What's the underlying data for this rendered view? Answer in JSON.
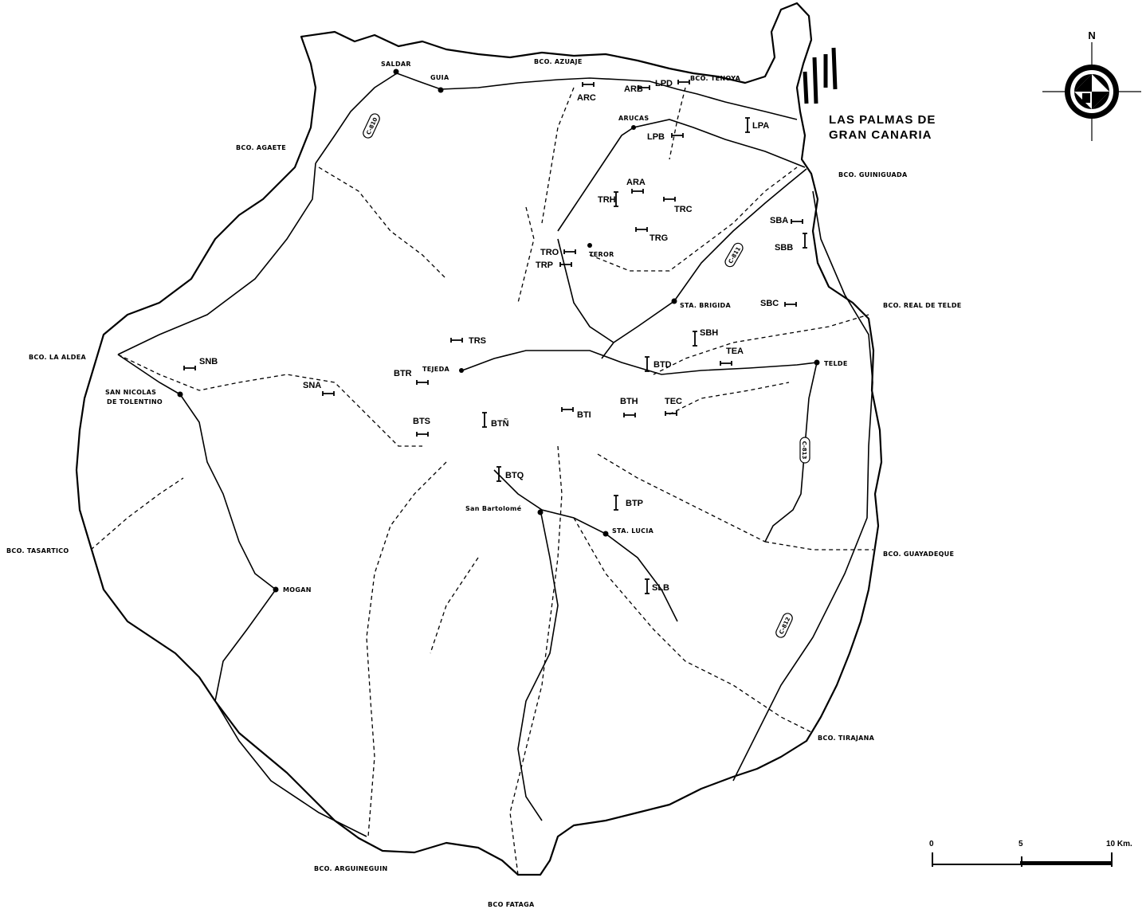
{
  "city": {
    "line1": "LAS PALMAS DE",
    "line2": "GRAN CANARIA"
  },
  "towns": [
    {
      "id": "saldar",
      "label": "SALDAR"
    },
    {
      "id": "guia",
      "label": "GUIA"
    },
    {
      "id": "arucas",
      "label": "ARUCAS"
    },
    {
      "id": "teror",
      "label": "TEROR"
    },
    {
      "id": "brigida",
      "label": "STA. BRIGIDA"
    },
    {
      "id": "tejeda",
      "label": "TEJEDA"
    },
    {
      "id": "telde",
      "label": "TELDE"
    },
    {
      "id": "sannicolas1",
      "label": "SAN NICOLAS"
    },
    {
      "id": "sannicolas2",
      "label": "DE TOLENTINO"
    },
    {
      "id": "sanbartolome",
      "label": "San Bartolomé"
    },
    {
      "id": "lucia",
      "label": "STA. LUCIA"
    },
    {
      "id": "mogan",
      "label": "MOGAN"
    }
  ],
  "ravines": [
    {
      "id": "azuaje",
      "label": "BCO. AZUAJE"
    },
    {
      "id": "tenoya",
      "label": "BCO. TENOYA"
    },
    {
      "id": "agaete",
      "label": "BCO. AGAETE"
    },
    {
      "id": "guiniguada",
      "label": "BCO. GUINIGUADA"
    },
    {
      "id": "realtelde",
      "label": "BCO. REAL DE TELDE"
    },
    {
      "id": "laaldea",
      "label": "BCO. LA ALDEA"
    },
    {
      "id": "tasartico",
      "label": "BCO. TASARTICO"
    },
    {
      "id": "guayadeque",
      "label": "BCO. GUAYADEQUE"
    },
    {
      "id": "tirajana",
      "label": "BCO. TIRAJANA"
    },
    {
      "id": "arguinegun",
      "label": "BCO. ARGUINEGUIN"
    },
    {
      "id": "fataga",
      "label": "BCO FATAGA"
    }
  ],
  "sites": [
    "ARB",
    "ARC",
    "LPD",
    "LPB",
    "LPA",
    "ARA",
    "TRH",
    "TRC",
    "TRG",
    "TRO",
    "TRP",
    "SBA",
    "SBB",
    "SBC",
    "SBH",
    "TEA",
    "BTD",
    "TRS",
    "BTR",
    "SNB",
    "SNA",
    "BTS",
    "BTÑ",
    "BTI",
    "BTH",
    "TEC",
    "BTQ",
    "BTP",
    "SLB"
  ],
  "roads": [
    "C-810",
    "C-811",
    "C-813",
    "C-812"
  ],
  "compass": {
    "north_label": "N"
  },
  "scale": {
    "labels": [
      "0",
      "5",
      "10 Km."
    ]
  }
}
